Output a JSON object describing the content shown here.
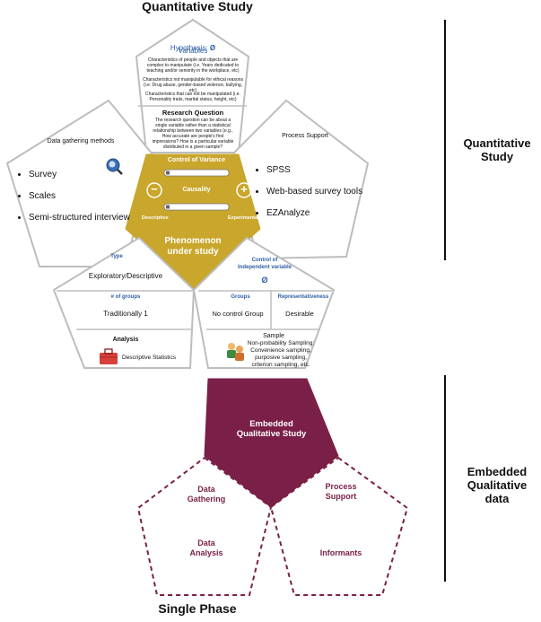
{
  "title_top": "Quantitative Study",
  "title_bottom": "Single Phase",
  "side_quant": "Quantitative\nStudy",
  "side_qual": "Embedded\nQualitative\ndata",
  "hyp": {
    "label": "Hypothesis:",
    "symbol": "Ø",
    "variables_label": "Variables",
    "var1": "Characteristics of people and objects that are complex to manipulate (i.e. Years dedicated to teaching and/or seniority in the workplace, etc)",
    "var2": "Characteristics not manipulable for ethical reasons (i.e. Drug abuse, gender-based violence, bullying, etc)",
    "var3": "Characteristics that can not be manipulated (i.e. Personality traits, marital status, height, etc)",
    "rq_label": "Research Question",
    "rq_text": "The research question can be about a single variable rather than a statistical relationship between two variables (e.g., How accurate are people's first impressions? How is a particular variable distributed in a given sample?"
  },
  "data_gathering": {
    "title": "Data gathering methods",
    "items": [
      "Survey",
      "Scales",
      "Semi-structured interview"
    ]
  },
  "process_support": {
    "title": "Process Support",
    "items": [
      "SPSS",
      "Web-based survey tools",
      "EZAnalyze"
    ]
  },
  "center": {
    "control": "Control of Variance",
    "causality": "Causality",
    "minus": "−",
    "plus": "+",
    "descriptive": "Descriptive",
    "experimental": "Experimental",
    "phenomenon": "Phenomenon\nunder study"
  },
  "lower_left": {
    "type_label": "Type",
    "type_value": "Exploratory/Descriptive",
    "groups_label": "# of groups",
    "groups_value": "Traditionally 1",
    "analysis_label": "Analysis",
    "analysis_value": "Descriptive Statistics"
  },
  "lower_right": {
    "control_label": "Control of\nIndependent variable",
    "control_symbol": "Ø",
    "groups_label": "Groups",
    "groups_value": "No control Group",
    "repr_label": "Representativeness",
    "repr_value": "Desirable",
    "sample_label": "Sample",
    "sample_text": "Non-probability Sampling:\nConvenience sampling,\npurposive sampling,\ncriterion sampling, etc."
  },
  "qual": {
    "center": "Embedded\nQualitative Study",
    "data_gathering": "Data\nGathering",
    "data_analysis": "Data\nAnalysis",
    "process_support": "Process\nSupport",
    "informants": "Informants"
  },
  "colors": {
    "gold": "#c9a62c",
    "maroon": "#7a1f47",
    "gray_stroke": "#bdbdbd",
    "blue": "#2d5fa3"
  }
}
